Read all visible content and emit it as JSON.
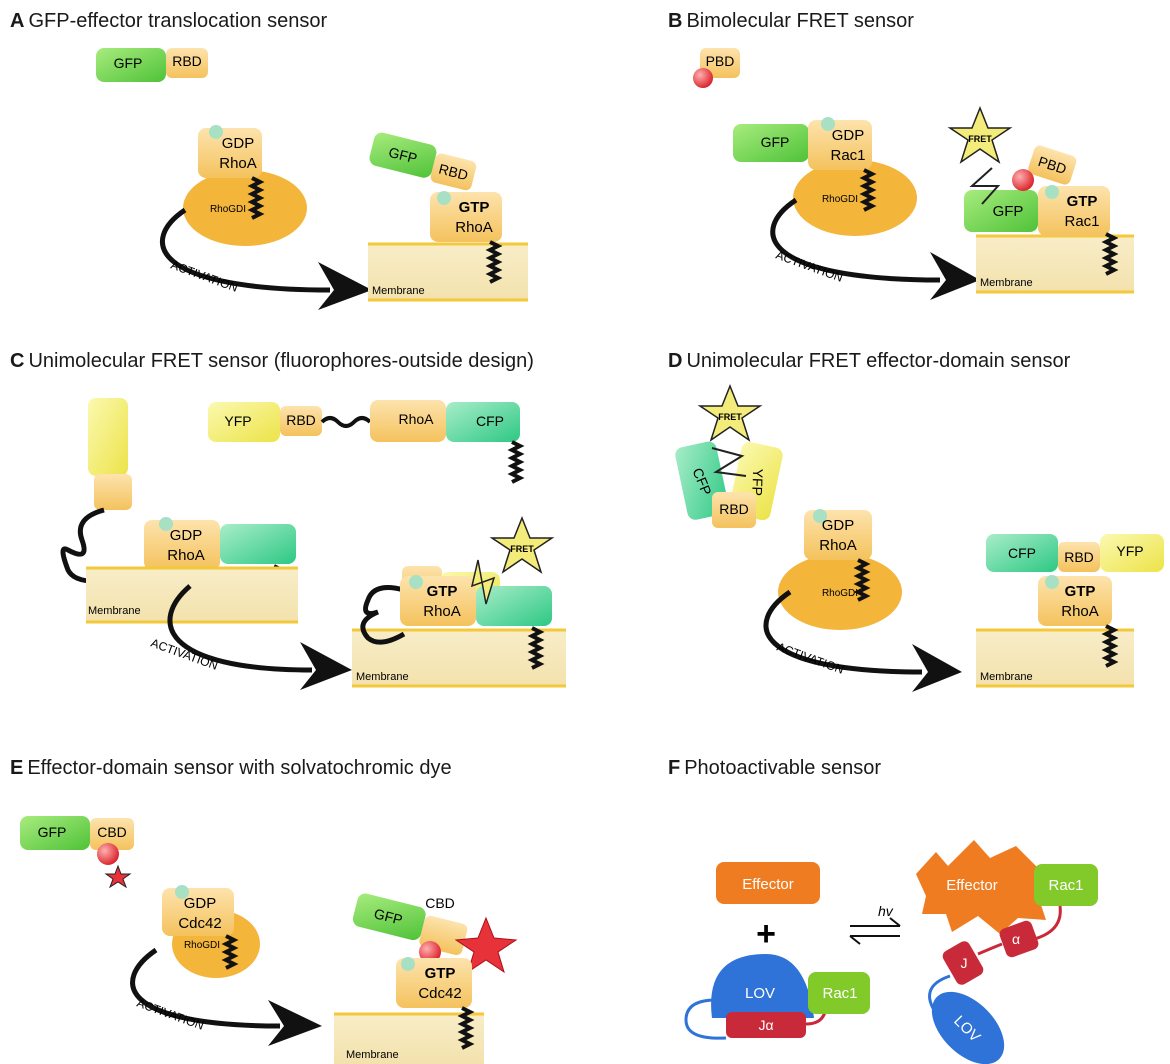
{
  "panels": {
    "A": {
      "letter": "A",
      "title": "GFP-effector translocation sensor"
    },
    "B": {
      "letter": "B",
      "title": "Bimolecular FRET sensor"
    },
    "C": {
      "letter": "C",
      "title": "Unimolecular FRET sensor (fluorophores-outside design)"
    },
    "D": {
      "letter": "D",
      "title": "Unimolecular FRET effector-domain sensor"
    },
    "E": {
      "letter": "E",
      "title": "Effector-domain sensor with solvatochromic dye"
    },
    "F": {
      "letter": "F",
      "title": "Photoactivable sensor"
    }
  },
  "labels": {
    "gfp": "GFP",
    "rbd": "RBD",
    "pbd": "PBD",
    "cbd": "CBD",
    "yfp": "YFP",
    "cfp": "CFP",
    "gdp": "GDP",
    "gtp": "GTP",
    "rhoa": "RhoA",
    "rac1": "Rac1",
    "cdc42": "Cdc42",
    "rhogdi": "RhoGDI",
    "membrane": "Membrane",
    "activation": "ACTIVATION",
    "fret": "FRET",
    "effector": "Effector",
    "lov": "LOV",
    "ja": "Jα",
    "j": "J",
    "alpha": "α",
    "hv": "hv",
    "plus": "+"
  },
  "colors": {
    "gfp": "#6ed34a",
    "effector_pale": "#f7cf7a",
    "rhogdi": "#f3b53a",
    "membrane": "#f6e7b8",
    "membrane_line": "#f3c83a",
    "yfp": "#f2ee60",
    "cfp": "#3fcf91",
    "fret_star": "#f4ec7a",
    "red_dot": "#e8323a",
    "effector_orange": "#f07c22",
    "rac1_green": "#82c92a",
    "lov_blue": "#2f73d8",
    "ja_red": "#c92a3a"
  }
}
